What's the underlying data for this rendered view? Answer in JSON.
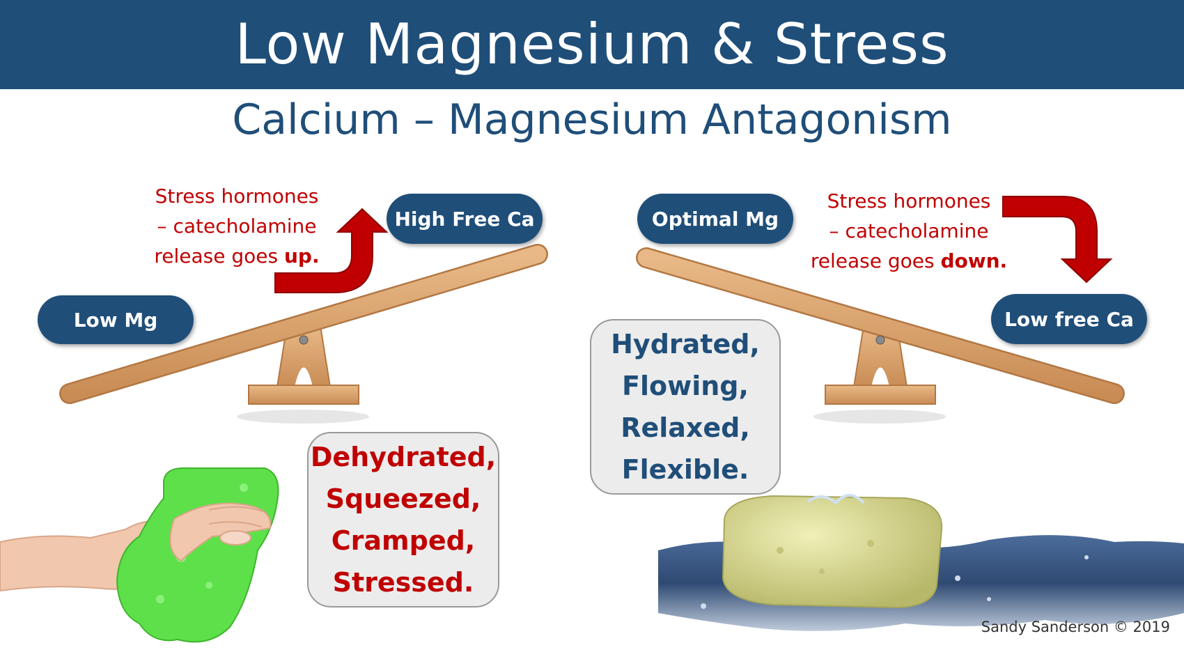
{
  "header": {
    "title": "Low Magnesium & Stress",
    "subtitle": "Calcium – Magnesium Antagonism"
  },
  "left": {
    "low_mg": "Low Mg",
    "high_ca": "High Free Ca",
    "note_lines": [
      "Stress hormones",
      "– catecholamine",
      "release goes "
    ],
    "note_emph": "up.",
    "state": [
      "Dehydrated,",
      "Squeezed,",
      "Cramped,",
      "Stressed."
    ]
  },
  "right": {
    "optimal_mg": "Optimal Mg",
    "low_ca": "Low free Ca",
    "note_lines": [
      "Stress hormones",
      "– catecholamine",
      "release goes "
    ],
    "note_emph": "down.",
    "state": [
      "Hydrated,",
      "Flowing,",
      "Relaxed,",
      "Flexible."
    ]
  },
  "credit": "Sandy Sanderson © 2019",
  "colors": {
    "navy": "#1f4e79",
    "red": "#c00000",
    "wood": "#d9a06a",
    "sponge_green": "#5ee04a",
    "sponge_yellow": "#d8d890",
    "water": "#1d3a66"
  }
}
